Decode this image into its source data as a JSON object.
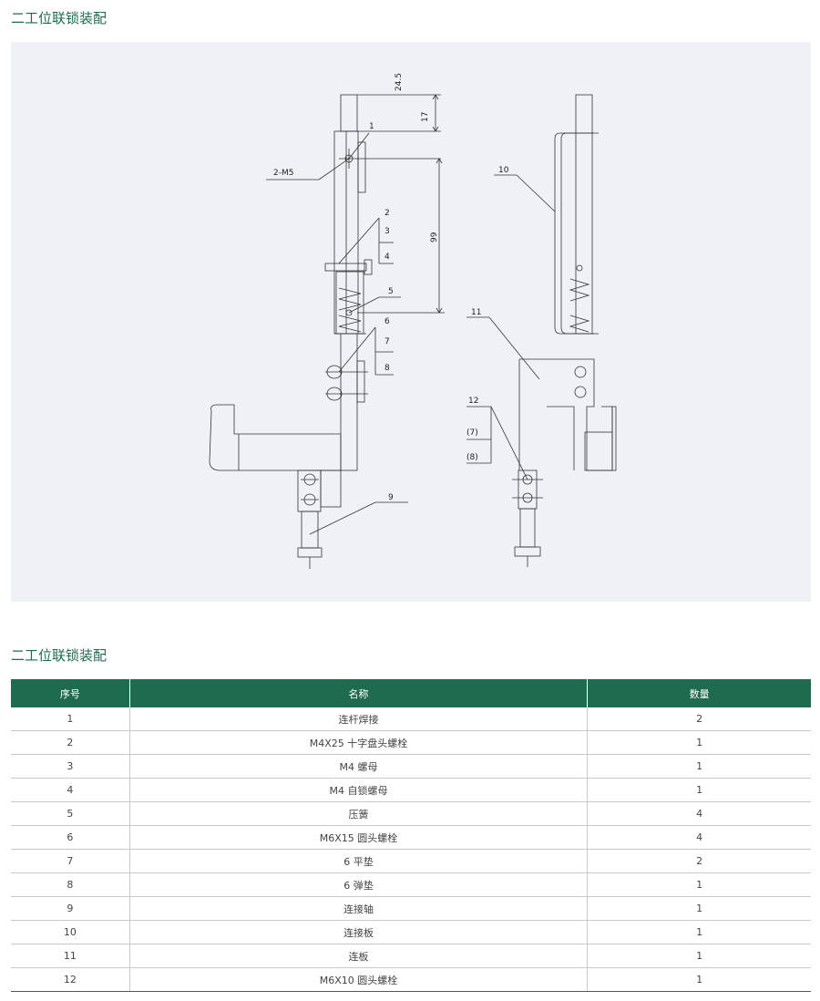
{
  "title_top": "二工位联锁装配",
  "title_table": "二工位联锁装配",
  "drawing": {
    "dims": [
      "24.5",
      "17",
      "99"
    ],
    "labels": [
      "1",
      "2-M5",
      "2",
      "3",
      "4",
      "5",
      "6",
      "7",
      "8",
      "9",
      "10",
      "11",
      "12",
      "(7)",
      "(8)"
    ]
  },
  "table": {
    "headers": [
      "序号",
      "名称",
      "数量"
    ],
    "rows": [
      [
        "1",
        "连杆焊接",
        "2"
      ],
      [
        "2",
        "M4X25 十字盘头螺栓",
        "1"
      ],
      [
        "3",
        "M4 螺母",
        "1"
      ],
      [
        "4",
        "M4 自锁螺母",
        "1"
      ],
      [
        "5",
        "压簧",
        "4"
      ],
      [
        "6",
        "M6X15 圆头螺栓",
        "4"
      ],
      [
        "7",
        "6 平垫",
        "2"
      ],
      [
        "8",
        "6 弹垫",
        "1"
      ],
      [
        "9",
        "连接轴",
        "1"
      ],
      [
        "10",
        "连接板",
        "1"
      ],
      [
        "11",
        "连板",
        "1"
      ],
      [
        "12",
        "M6X10 圆头螺栓",
        "1"
      ]
    ]
  }
}
